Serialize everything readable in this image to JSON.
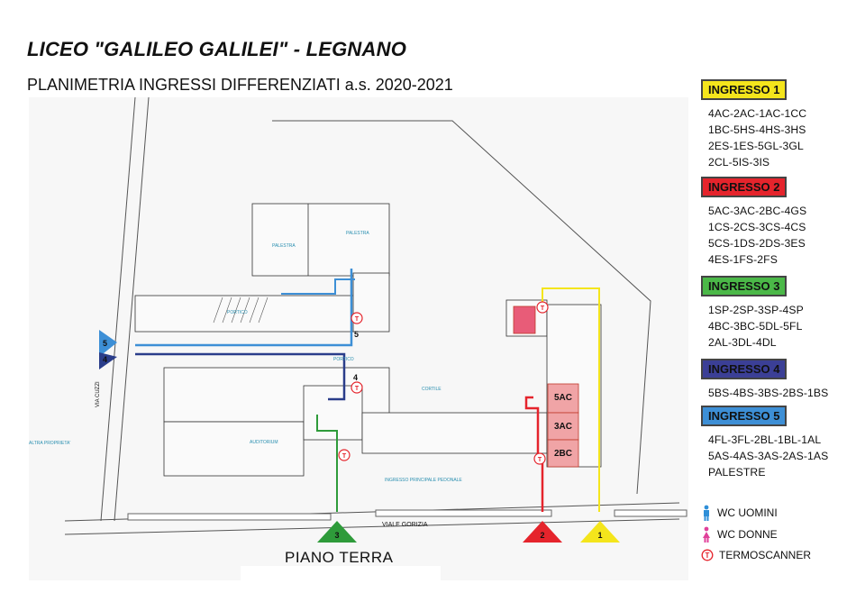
{
  "header": {
    "title": "LICEO  \"GALILEO GALILEI\" - LEGNANO",
    "subtitle": "PLANIMETRIA INGRESSI DIFFERENZIATI a.s. 2020-2021"
  },
  "colors": {
    "ingresso1": "#f4e51c",
    "ingresso2": "#e5242c",
    "ingresso3": "#4bb848",
    "ingresso4": "#3b3f96",
    "ingresso5": "#3d8fd6",
    "classroom_fill": "#f0a4a6",
    "wc_men": "#2f8fd8",
    "wc_women": "#e0409a",
    "termoscanner": "#e5242c"
  },
  "legend": [
    {
      "label": "INGRESSO 1",
      "classes": [
        "4AC-2AC-1AC-1CC",
        "1BC-5HS-4HS-3HS",
        "2ES-1ES-5GL-3GL",
        "2CL-5IS-3IS"
      ]
    },
    {
      "label": "INGRESSO 2",
      "classes": [
        "5AC-3AC-2BC-4GS",
        "1CS-2CS-3CS-4CS",
        "5CS-1DS-2DS-3ES",
        "4ES-1FS-2FS"
      ]
    },
    {
      "label": "INGRESSO 3",
      "classes": [
        "1SP-2SP-3SP-4SP",
        "4BC-3BC-5DL-5FL",
        "2AL-3DL-4DL"
      ]
    },
    {
      "label": "INGRESSO 4",
      "classes": [
        "5BS-4BS-3BS-2BS-1BS"
      ]
    },
    {
      "label": "INGRESSO 5",
      "classes": [
        "4FL-3FL-2BL-1BL-1AL",
        "5AS-4AS-3AS-2AS-1AS",
        "PALESTRE"
      ]
    }
  ],
  "symbols": {
    "wc_men": "WC UOMINI",
    "wc_women": "WC DONNE",
    "termoscanner": "TERMOSCANNER"
  },
  "plan": {
    "floor_label": "PIANO TERRA",
    "street_south": "VIALE GORIZIA",
    "street_west": "VIA CUZZI",
    "classrooms": [
      "5AC",
      "3AC",
      "2BC"
    ],
    "entrance_markers": [
      "1",
      "2",
      "3",
      "4",
      "5"
    ],
    "room_labels": {
      "palestra_1": "PALESTRA",
      "palestra_2": "PALESTRA",
      "portico_1": "PORTICO",
      "portico_2": "PORTICO",
      "cortile": "CORTILE",
      "auditorium": "AUDITORIUM",
      "ingresso_pedonale": "INGRESSO PRINCIPALE PEDONALE",
      "altra_proprieta": "ALTRA PROPRIETA'"
    },
    "scanner_symbol": "T"
  }
}
